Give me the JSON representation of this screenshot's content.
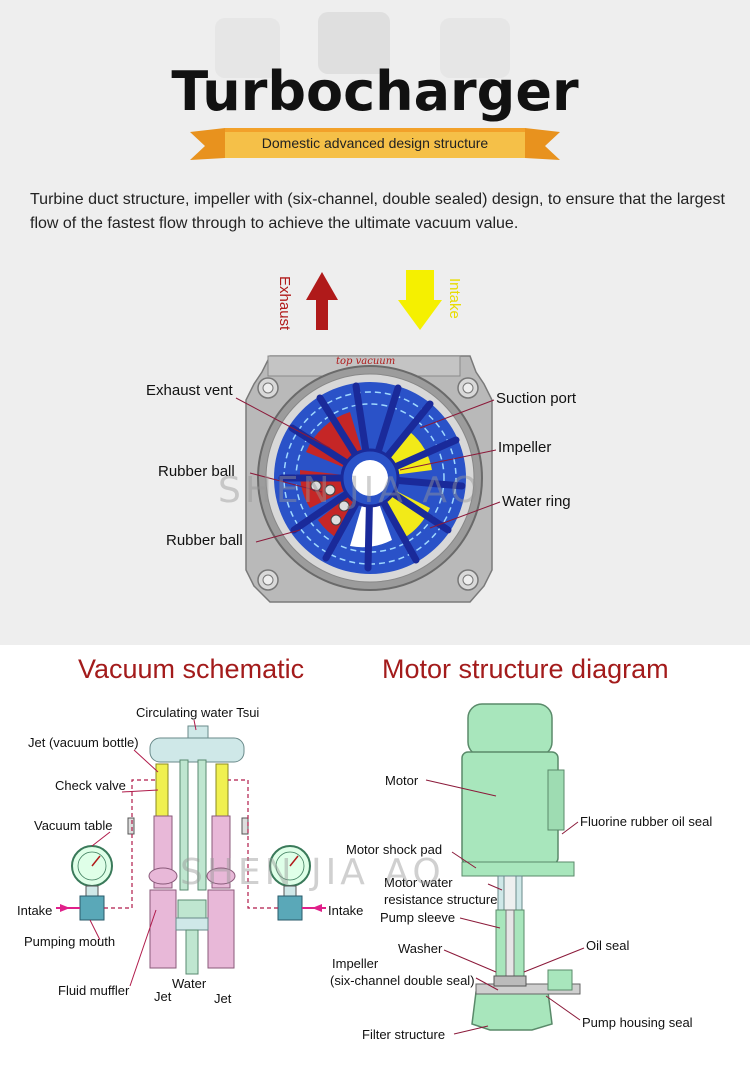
{
  "header": {
    "title": "Turbocharger",
    "subtitle": "Domestic advanced design structure"
  },
  "intro": "Turbine duct structure, impeller with (six-channel, double sealed) design, to ensure that the largest flow of the fastest flow through to achieve the ultimate vacuum value.",
  "pump_diagram": {
    "exhaust_label": "Exhaust",
    "intake_label": "Intake",
    "housing_text": "top vacuum",
    "labels": {
      "exhaust_vent": "Exhaust vent",
      "rubber_ball_1": "Rubber ball",
      "rubber_ball_2": "Rubber ball",
      "suction_port": "Suction port",
      "impeller": "Impeller",
      "water_ring": "Water ring"
    }
  },
  "watermark": "SHEN JIA AO",
  "vacuum_schematic": {
    "title": "Vacuum schematic",
    "labels": {
      "circulating": "Circulating water Tsui",
      "jet_bottle": "Jet (vacuum bottle)",
      "check_valve": "Check valve",
      "vacuum_table": "Vacuum table",
      "intake_left": "Intake",
      "intake_right": "Intake",
      "pumping_mouth": "Pumping mouth",
      "fluid_muffler": "Fluid muffler",
      "jet_left": "Jet",
      "water": "Water",
      "jet_right": "Jet"
    }
  },
  "motor_diagram": {
    "title": "Motor structure diagram",
    "labels": {
      "motor": "Motor",
      "fluorine": "Fluorine rubber oil seal",
      "shock_pad": "Motor shock pad",
      "water_res_1": "Motor water",
      "water_res_2": "resistance structure",
      "pump_sleeve": "Pump sleeve",
      "washer": "Washer",
      "oil_seal": "Oil seal",
      "impeller_1": "Impeller",
      "impeller_2": "(six-channel double seal)",
      "pump_housing": "Pump housing seal",
      "filter": "Filter structure"
    }
  },
  "colors": {
    "exhaust_arrow": "#b01a1a",
    "intake_arrow": "#f5f000",
    "impeller_blue": "#2a52c8",
    "motor_green": "#a8e6bc",
    "schematic_pink": "#e8b8d8",
    "schematic_yellow": "#f0f050",
    "heading_red": "#a31b1b",
    "ribbon_orange": "#f2a12a"
  }
}
